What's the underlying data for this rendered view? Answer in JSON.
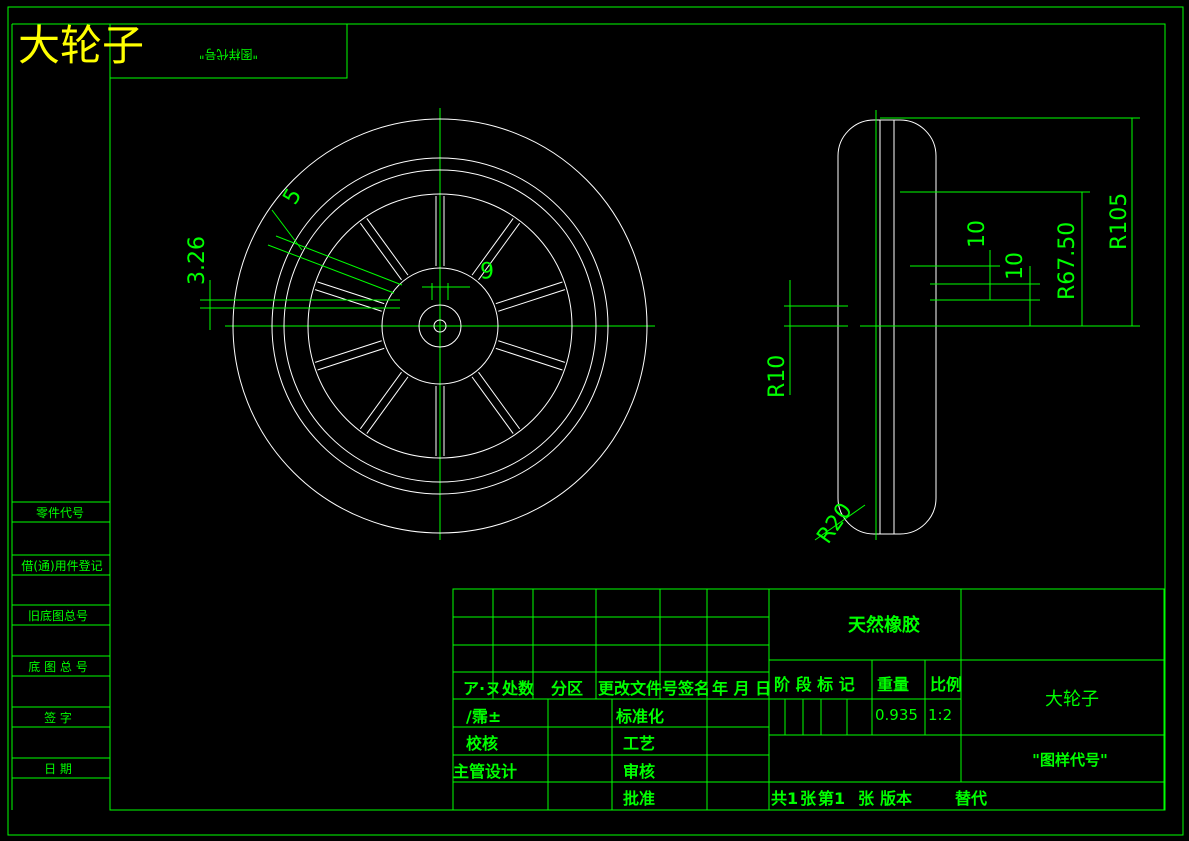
{
  "title_block": {
    "part_name_big": "大轮子",
    "drawing_code_small": "\"图样代号\""
  },
  "left_strip": {
    "labels": [
      "零件代号",
      "借(通)用件登记",
      "旧底图总号",
      "底 图 总 号",
      "签   字",
      "日   期"
    ]
  },
  "dimensions": {
    "front": {
      "d1": "3.26",
      "d2": "5",
      "d3": "6"
    },
    "side": {
      "r105": "R105",
      "r67": "R67.50",
      "t10a": "10",
      "t10b": "10",
      "r10": "R10",
      "r20": "R20"
    }
  },
  "table": {
    "material": "天然橡胶",
    "name": "大轮子",
    "code": "\"图样代号\"",
    "header": [
      "ア·ヌ",
      "处数",
      "分区",
      "更改文件号",
      "签名",
      "年 月 日"
    ],
    "row1": [
      "/霈±",
      "标准化"
    ],
    "row2": [
      "校核",
      "工艺"
    ],
    "row3": [
      "主管设计",
      "审核"
    ],
    "row4": [
      "批准"
    ],
    "stage_labels": [
      "阶 段 标 记",
      "重量",
      "比例"
    ],
    "weight": "0.935",
    "scale": "1:2",
    "sheets": [
      "共1",
      "张",
      "第1",
      "张",
      "版本",
      "替代"
    ]
  }
}
